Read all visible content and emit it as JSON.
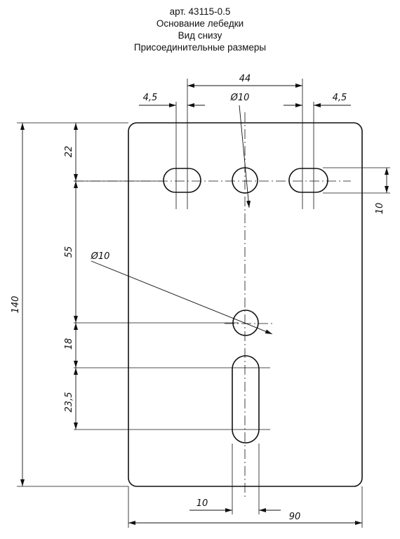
{
  "title": {
    "line1": "арт. 43115-0.5",
    "line2": "Основание лебедки",
    "line3": "Вид снизу",
    "line4": "Присоединительные размеры"
  },
  "dimensions": {
    "top_spacing": "44",
    "left_slot_width": "4,5",
    "right_slot_width": "4,5",
    "top_hole_diameter": "Ø10",
    "mid_hole_diameter": "Ø10",
    "overall_height": "140",
    "dim_22": "22",
    "dim_55": "55",
    "dim_18": "18",
    "dim_23_5": "23,5",
    "dim_10_right": "10",
    "dim_10_bottom": "10",
    "overall_width": "90"
  },
  "colors": {
    "line": "#111111",
    "background": "#ffffff"
  }
}
